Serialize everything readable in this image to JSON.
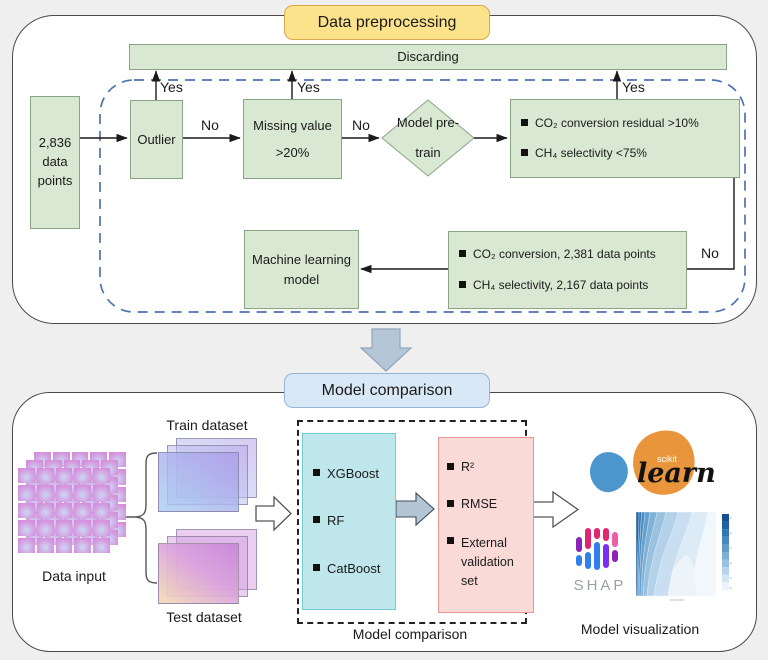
{
  "titles": {
    "preprocessing": "Data preprocessing",
    "comparison": "Model comparison"
  },
  "preprocessing": {
    "discarding": "Discarding",
    "source_box": "2,836 data points",
    "outlier_box": "Outlier",
    "missing_box": "Missing value >20%",
    "pretrain_diamond": "Model pre-train",
    "residual_box": {
      "items": [
        "CO₂ conversion residual >10%",
        "CH₄ selectivity <75%"
      ]
    },
    "ml_box": "Machine learning model",
    "filtered_box": {
      "items": [
        "CO₂ conversion, 2,381 data points",
        "CH₄ selectivity, 2,167 data points"
      ]
    },
    "labels": {
      "yes1": "Yes",
      "yes2": "Yes",
      "yes3": "Yes",
      "no1": "No",
      "no2": "No",
      "no3": "No"
    }
  },
  "comparison": {
    "data_input_label": "Data input",
    "train_label": "Train dataset",
    "test_label": "Test dataset",
    "models": {
      "items": [
        "XGBoost",
        "RF",
        "CatBoost"
      ]
    },
    "metrics": {
      "items": [
        "R²",
        "RMSE",
        "External validation set"
      ]
    },
    "box_caption": "Model comparison",
    "viz_caption": "Model visualization",
    "sklearn_logo": {
      "top": "scikit",
      "bottom": "learn"
    },
    "shap_label": "SHAP"
  },
  "colors": {
    "green_fill": "#d9e8d2",
    "green_border": "#8aa584",
    "yellow_title": "#fde28c",
    "blue_title": "#d9e8f7",
    "cyan_fill": "#bfe7eb",
    "pink_fill": "#f9dad7",
    "dashed_blue": "#4e73ad",
    "block_arrow": "#b5c7d7",
    "sklearn_blue": "#4b96cd",
    "sklearn_orange": "#e9953c",
    "shap_magenta": "#e0266e",
    "shap_blue": "#2f80ed",
    "shap_purple": "#8a24b8",
    "shap_violet": "#7b2ff2"
  }
}
